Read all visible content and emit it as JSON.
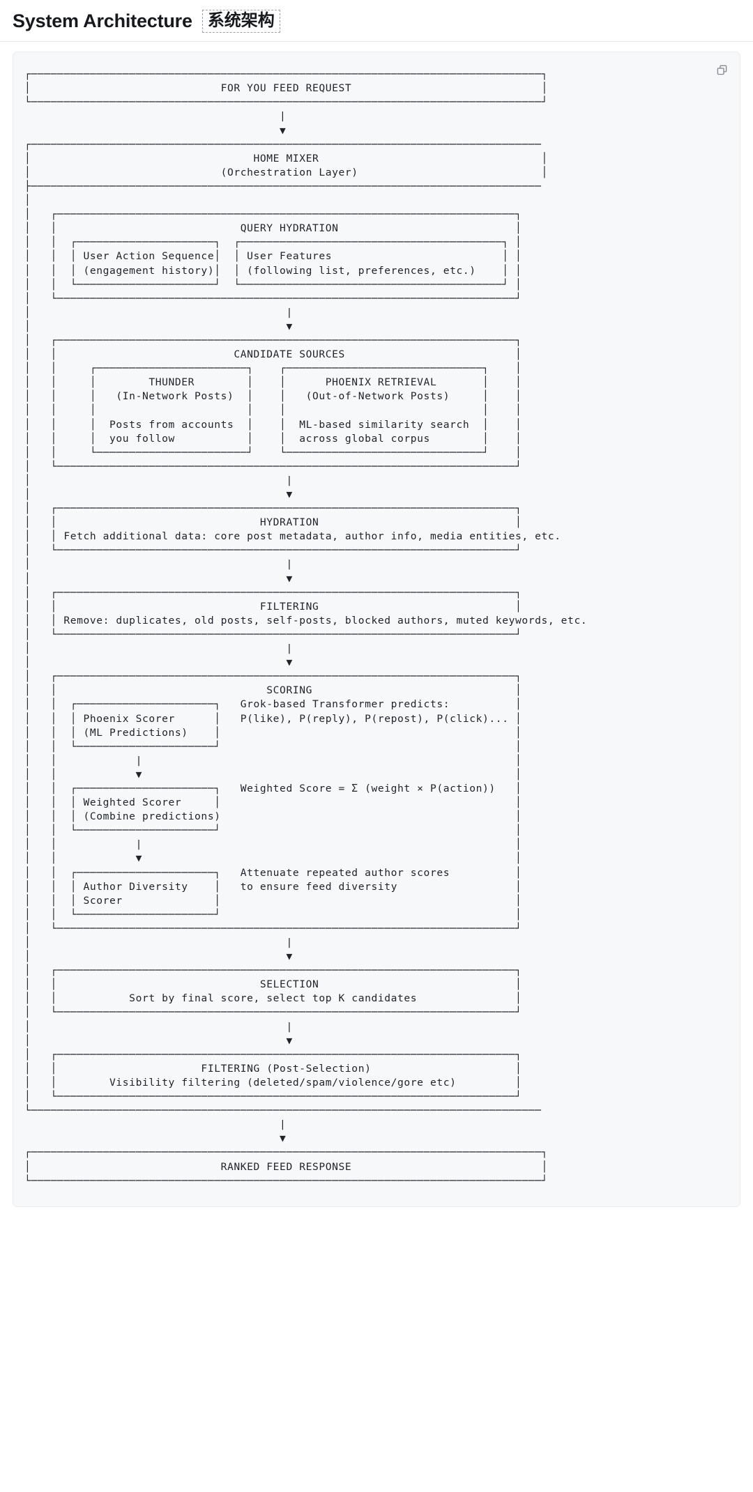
{
  "header": {
    "title": "System Architecture",
    "tag": "系统架构"
  },
  "panel": {
    "copy_icon": "copy-icon"
  },
  "diagram": {
    "type": "ascii-flowchart",
    "title": "For You Feed ranking pipeline",
    "nodes": {
      "request": {
        "label": "FOR YOU FEED REQUEST"
      },
      "home_mixer": {
        "label": "HOME MIXER",
        "sublabel": "(Orchestration Layer)"
      },
      "query_hydration": {
        "label": "QUERY HYDRATION",
        "children": [
          {
            "line1": "User Action Sequence",
            "line2": "(engagement history)"
          },
          {
            "line1": "User Features",
            "line2": "(following list, preferences, etc.)"
          }
        ]
      },
      "candidate_sources": {
        "label": "CANDIDATE SOURCES",
        "children": [
          {
            "line1": "THUNDER",
            "line2": "(In-Network Posts)",
            "line3": "Posts from accounts",
            "line4": "you follow"
          },
          {
            "line1": "PHOENIX RETRIEVAL",
            "line2": "(Out-of-Network Posts)",
            "line3": "ML-based similarity search",
            "line4": "across global corpus"
          }
        ]
      },
      "hydration": {
        "label": "HYDRATION",
        "body": "Fetch additional data: core post metadata, author info, media entities, etc."
      },
      "filtering": {
        "label": "FILTERING",
        "body": "Remove: duplicates, old posts, self-posts, blocked authors, muted keywords, etc."
      },
      "scoring": {
        "label": "SCORING",
        "steps": [
          {
            "box_line1": "Phoenix Scorer",
            "box_line2": "(ML Predictions)",
            "note_line1": "Grok-based Transformer predicts:",
            "note_line2": "P(like), P(reply), P(repost), P(click)..."
          },
          {
            "box_line1": "Weighted Scorer",
            "box_line2": "(Combine predictions)",
            "note_line1": "Weighted Score = Σ (weight × P(action))",
            "note_line2": ""
          },
          {
            "box_line1": "Author Diversity",
            "box_line2": "Scorer",
            "note_line1": "Attenuate repeated author scores",
            "note_line2": "to ensure feed diversity"
          }
        ]
      },
      "selection": {
        "label": "SELECTION",
        "body": "Sort by final score, select top K candidates"
      },
      "post_filtering": {
        "label": "FILTERING (Post-Selection)",
        "body": "Visibility filtering (deleted/spam/violence/gore etc)"
      },
      "response": {
        "label": "RANKED FEED RESPONSE"
      }
    },
    "connector": {
      "stem": "|",
      "arrow": "▼"
    },
    "ascii": "┌──────────────────────────────────────────────────────────────────────────────┐\n│                             FOR YOU FEED REQUEST                             │\n└──────────────────────────────────────────────────────────────────────────────┘\n                                       |\n                                       ▼\n┌──────────────────────────────────────────────────────────────────────────────\n│                                  HOME MIXER                                  │\n│                             (Orchestration Layer)                            │\n├──────────────────────────────────────────────────────────────────────────────\n│                                                                              \n│   ┌──────────────────────────────────────────────────────────────────────┐   \n│   │                            QUERY HYDRATION                           │   \n│   │  ┌─────────────────────┐  ┌────────────────────────────────────────┐ │   \n│   │  │ User Action Sequence│  │ User Features                          │ │   \n│   │  │ (engagement history)│  │ (following list, preferences, etc.)    │ │   \n│   │  └─────────────────────┘  └────────────────────────────────────────┘ │   \n│   └──────────────────────────────────────────────────────────────────────┘   \n│                                       |                                      \n│                                       ▼                                      \n│   ┌──────────────────────────────────────────────────────────────────────┐   \n│   │                           CANDIDATE SOURCES                          │   \n│   │     ┌───────────────────────┐    ┌──────────────────────────────┐    │   \n│   │     │        THUNDER        │    │      PHOENIX RETRIEVAL       │    │   \n│   │     │   (In-Network Posts)  │    │   (Out-of-Network Posts)     │    │   \n│   │     │                       │    │                              │    │   \n│   │     │  Posts from accounts  │    │  ML-based similarity search  │    │   \n│   │     │  you follow           │    │  across global corpus        │    │   \n│   │     └───────────────────────┘    └──────────────────────────────┘    │   \n│   └──────────────────────────────────────────────────────────────────────┘   \n│                                       |                                      \n│                                       ▼                                      \n│   ┌──────────────────────────────────────────────────────────────────────┐   \n│   │                               HYDRATION                              │   \n│   │ Fetch additional data: core post metadata, author info, media entities, etc.\n│   └──────────────────────────────────────────────────────────────────────┘   \n│                                       |                                      \n│                                       ▼                                      \n│   ┌──────────────────────────────────────────────────────────────────────┐   \n│   │                               FILTERING                              │   \n│   │ Remove: duplicates, old posts, self-posts, blocked authors, muted keywords, etc.\n│   └──────────────────────────────────────────────────────────────────────┘   \n│                                       |                                      \n│                                       ▼                                      \n│   ┌──────────────────────────────────────────────────────────────────────┐   \n│   │                                SCORING                               │   \n│   │  ┌─────────────────────┐   Grok-based Transformer predicts:          │   \n│   │  │ Phoenix Scorer      │   P(like), P(reply), P(repost), P(click)... │   \n│   │  │ (ML Predictions)    │                                             │   \n│   │  └─────────────────────┘                                             │   \n│   │            |                                                         │   \n│   │            ▼                                                         │   \n│   │  ┌─────────────────────┐   Weighted Score = Σ (weight × P(action))   │   \n│   │  │ Weighted Scorer     │                                             │   \n│   │  │ (Combine predictions)                                             │   \n│   │  └─────────────────────┘                                             │   \n│   │            |                                                         │   \n│   │            ▼                                                         │   \n│   │  ┌─────────────────────┐   Attenuate repeated author scores          │   \n│   │  │ Author Diversity    │   to ensure feed diversity                  │   \n│   │  │ Scorer              │                                             │   \n│   │  └─────────────────────┘                                             │   \n│   └──────────────────────────────────────────────────────────────────────┘   \n│                                       |                                      \n│                                       ▼                                      \n│   ┌──────────────────────────────────────────────────────────────────────┐   \n│   │                               SELECTION                              │   \n│   │           Sort by final score, select top K candidates               │   \n│   └──────────────────────────────────────────────────────────────────────┘   \n│                                       |                                      \n│                                       ▼                                      \n│   ┌──────────────────────────────────────────────────────────────────────┐   \n│   │                      FILTERING (Post-Selection)                      │   \n│   │        Visibility filtering (deleted/spam/violence/gore etc)         │   \n│   └──────────────────────────────────────────────────────────────────────┘   \n└──────────────────────────────────────────────────────────────────────────────\n                                       |\n                                       ▼\n┌──────────────────────────────────────────────────────────────────────────────┐\n│                             RANKED FEED RESPONSE                             │\n└──────────────────────────────────────────────────────────────────────────────┘"
  }
}
